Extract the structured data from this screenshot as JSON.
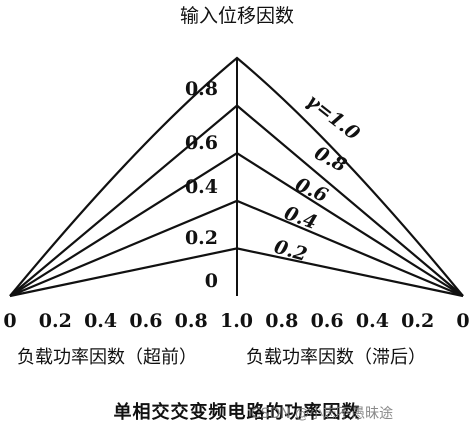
{
  "chart_data": {
    "type": "line",
    "title": "输入位移因数",
    "xlabel_left": "负载功率因数（超前）",
    "xlabel_right": "负载功率因数（滞后）",
    "caption": "单相交交变频电路的功率因数",
    "watermark": "CSDN @小志不愚昧途",
    "x_ticks": [
      "0",
      "0.2",
      "0.4",
      "0.6",
      "0.8",
      "1.0",
      "0.8",
      "0.6",
      "0.4",
      "0.2",
      "0"
    ],
    "y_ticks": [
      "0",
      "0.2",
      "0.4",
      "0.6",
      "0.8"
    ],
    "ylim": [
      0,
      1.0
    ],
    "series": [
      {
        "name": "γ=1.0",
        "peak": 1.0,
        "label": "γ=1.0",
        "curved": true
      },
      {
        "name": "0.8",
        "peak": 0.8,
        "label": "0.8",
        "curved": false
      },
      {
        "name": "0.6",
        "peak": 0.6,
        "label": "0.6",
        "curved": false
      },
      {
        "name": "0.4",
        "peak": 0.4,
        "label": "0.4",
        "curved": false
      },
      {
        "name": "0.2",
        "peak": 0.2,
        "label": "0.2",
        "curved": false
      }
    ],
    "line_color": "#111111"
  }
}
